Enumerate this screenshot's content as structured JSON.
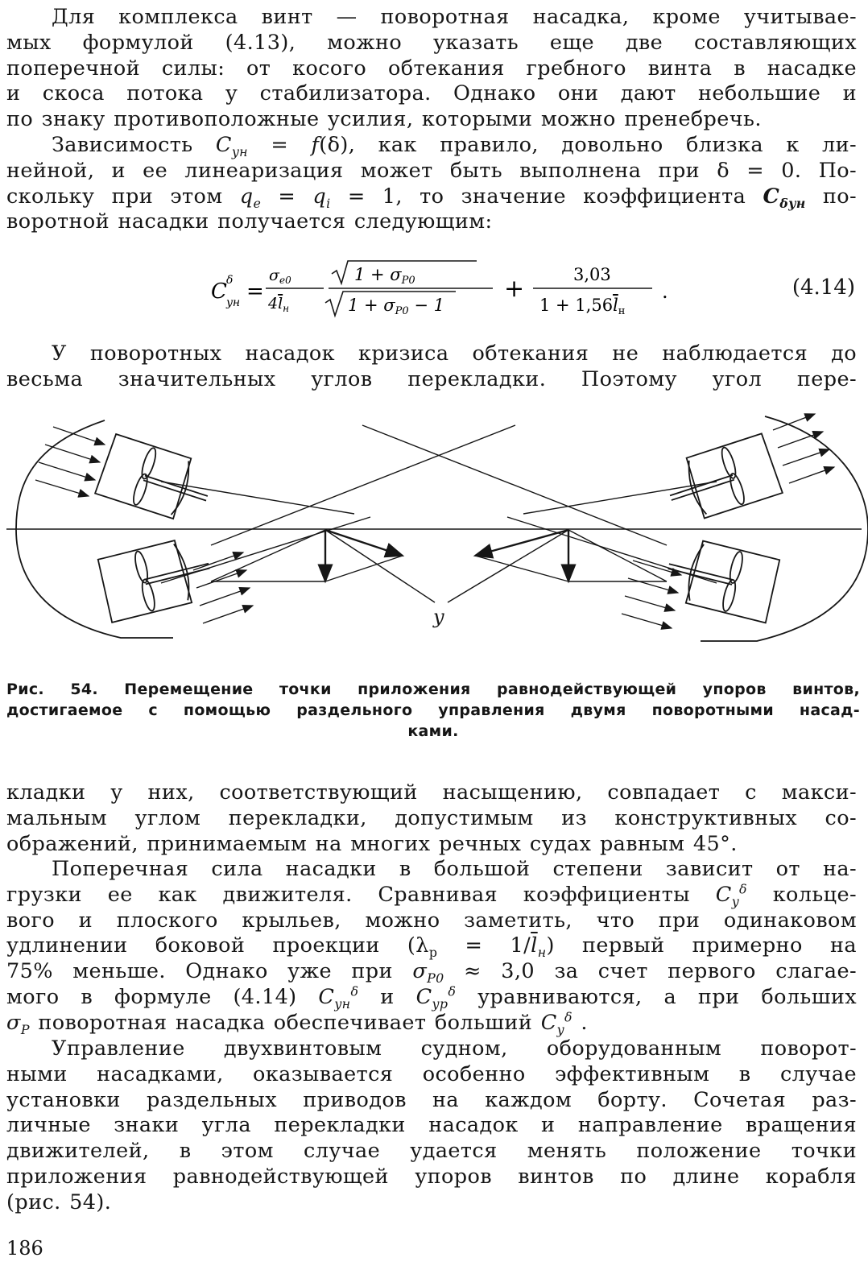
{
  "para1": [
    "Для комплекса винт — поворотная насадка, кроме учитывае-",
    "мых формулой (4.13), можно указать еще две составляющих",
    "поперечной силы: от косого обтекания гребного винта в насадке",
    "и скоса потока у стабилизатора. Однако они дают небольшие и",
    "по знаку противоположные усилия, которыми можно пренебречь."
  ],
  "para2": {
    "l1a": "Зависимость ",
    "l1b": " = ",
    "l1c": "(δ), как правило, довольно близка к ли-",
    "l2a": "нейной, и ее линеаризация может быть выполнена при ",
    "l2b": "δ = 0. По-",
    "l3a": "скольку при этом ",
    "l3b": " = ",
    "l3c": " = 1, то значение коэффициента ",
    "l3d": " по-",
    "l4": "воротной насадки получается следующим:"
  },
  "formula": {
    "number": "(4.14)",
    "const1": "3,03",
    "const2": "1 + 1,56"
  },
  "para3": [
    "У поворотных насадок кризиса обтекания не наблюдается до",
    "весьма значительных углов перекладки. Поэтому угол пере-"
  ],
  "figure": {
    "label_y": "y"
  },
  "caption": [
    "Рис. 54. Перемещение точки приложения равнодействующей упоров винтов,",
    "достигаемое с помощью раздельного управления двумя поворотными насад-",
    "ками."
  ],
  "para4": [
    "кладки у них, соответствующий насыщению, совпадает с макси-",
    "мальным углом перекладки, допустимым из конструктивных со-",
    "ображений, принимаемым на многих речных судах равным 45°."
  ],
  "para5": {
    "l1": "Поперечная сила насадки в большой степени зависит от на-",
    "l2a": "грузки ее как движителя. Сравнивая коэффициенты ",
    "l2b": " кольце-",
    "l3": "вого и плоского крыльев, можно заметить, что при одинаковом",
    "l4a": "удлинении боковой проекции (λ",
    "l4b": " = 1/",
    "l4c": ") первый примерно на",
    "l5a": "75% меньше. Однако уже при ",
    "l5b": " ≈ 3,0 за счет первого слагае-",
    "l6a": "мого в формуле (4.14) ",
    "l6b": " и ",
    "l6c": " уравниваются, а при больших",
    "l7a": " поворотная насадка обеспечивает больший ",
    "l7b": " ."
  },
  "para6": [
    "Управление двухвинтовым судном, оборудованным поворот-",
    "ными насадками, оказывается особенно эффективным в случае",
    "установки раздельных приводов на каждом борту. Сочетая раз-",
    "личные знаки угла перекладки насадок и направление вращения",
    "движителей, в этом случае удается менять положение точки",
    "приложения равнодействующей упоров винтов по длине корабля",
    "(рис. 54)."
  ],
  "page_number": "186"
}
